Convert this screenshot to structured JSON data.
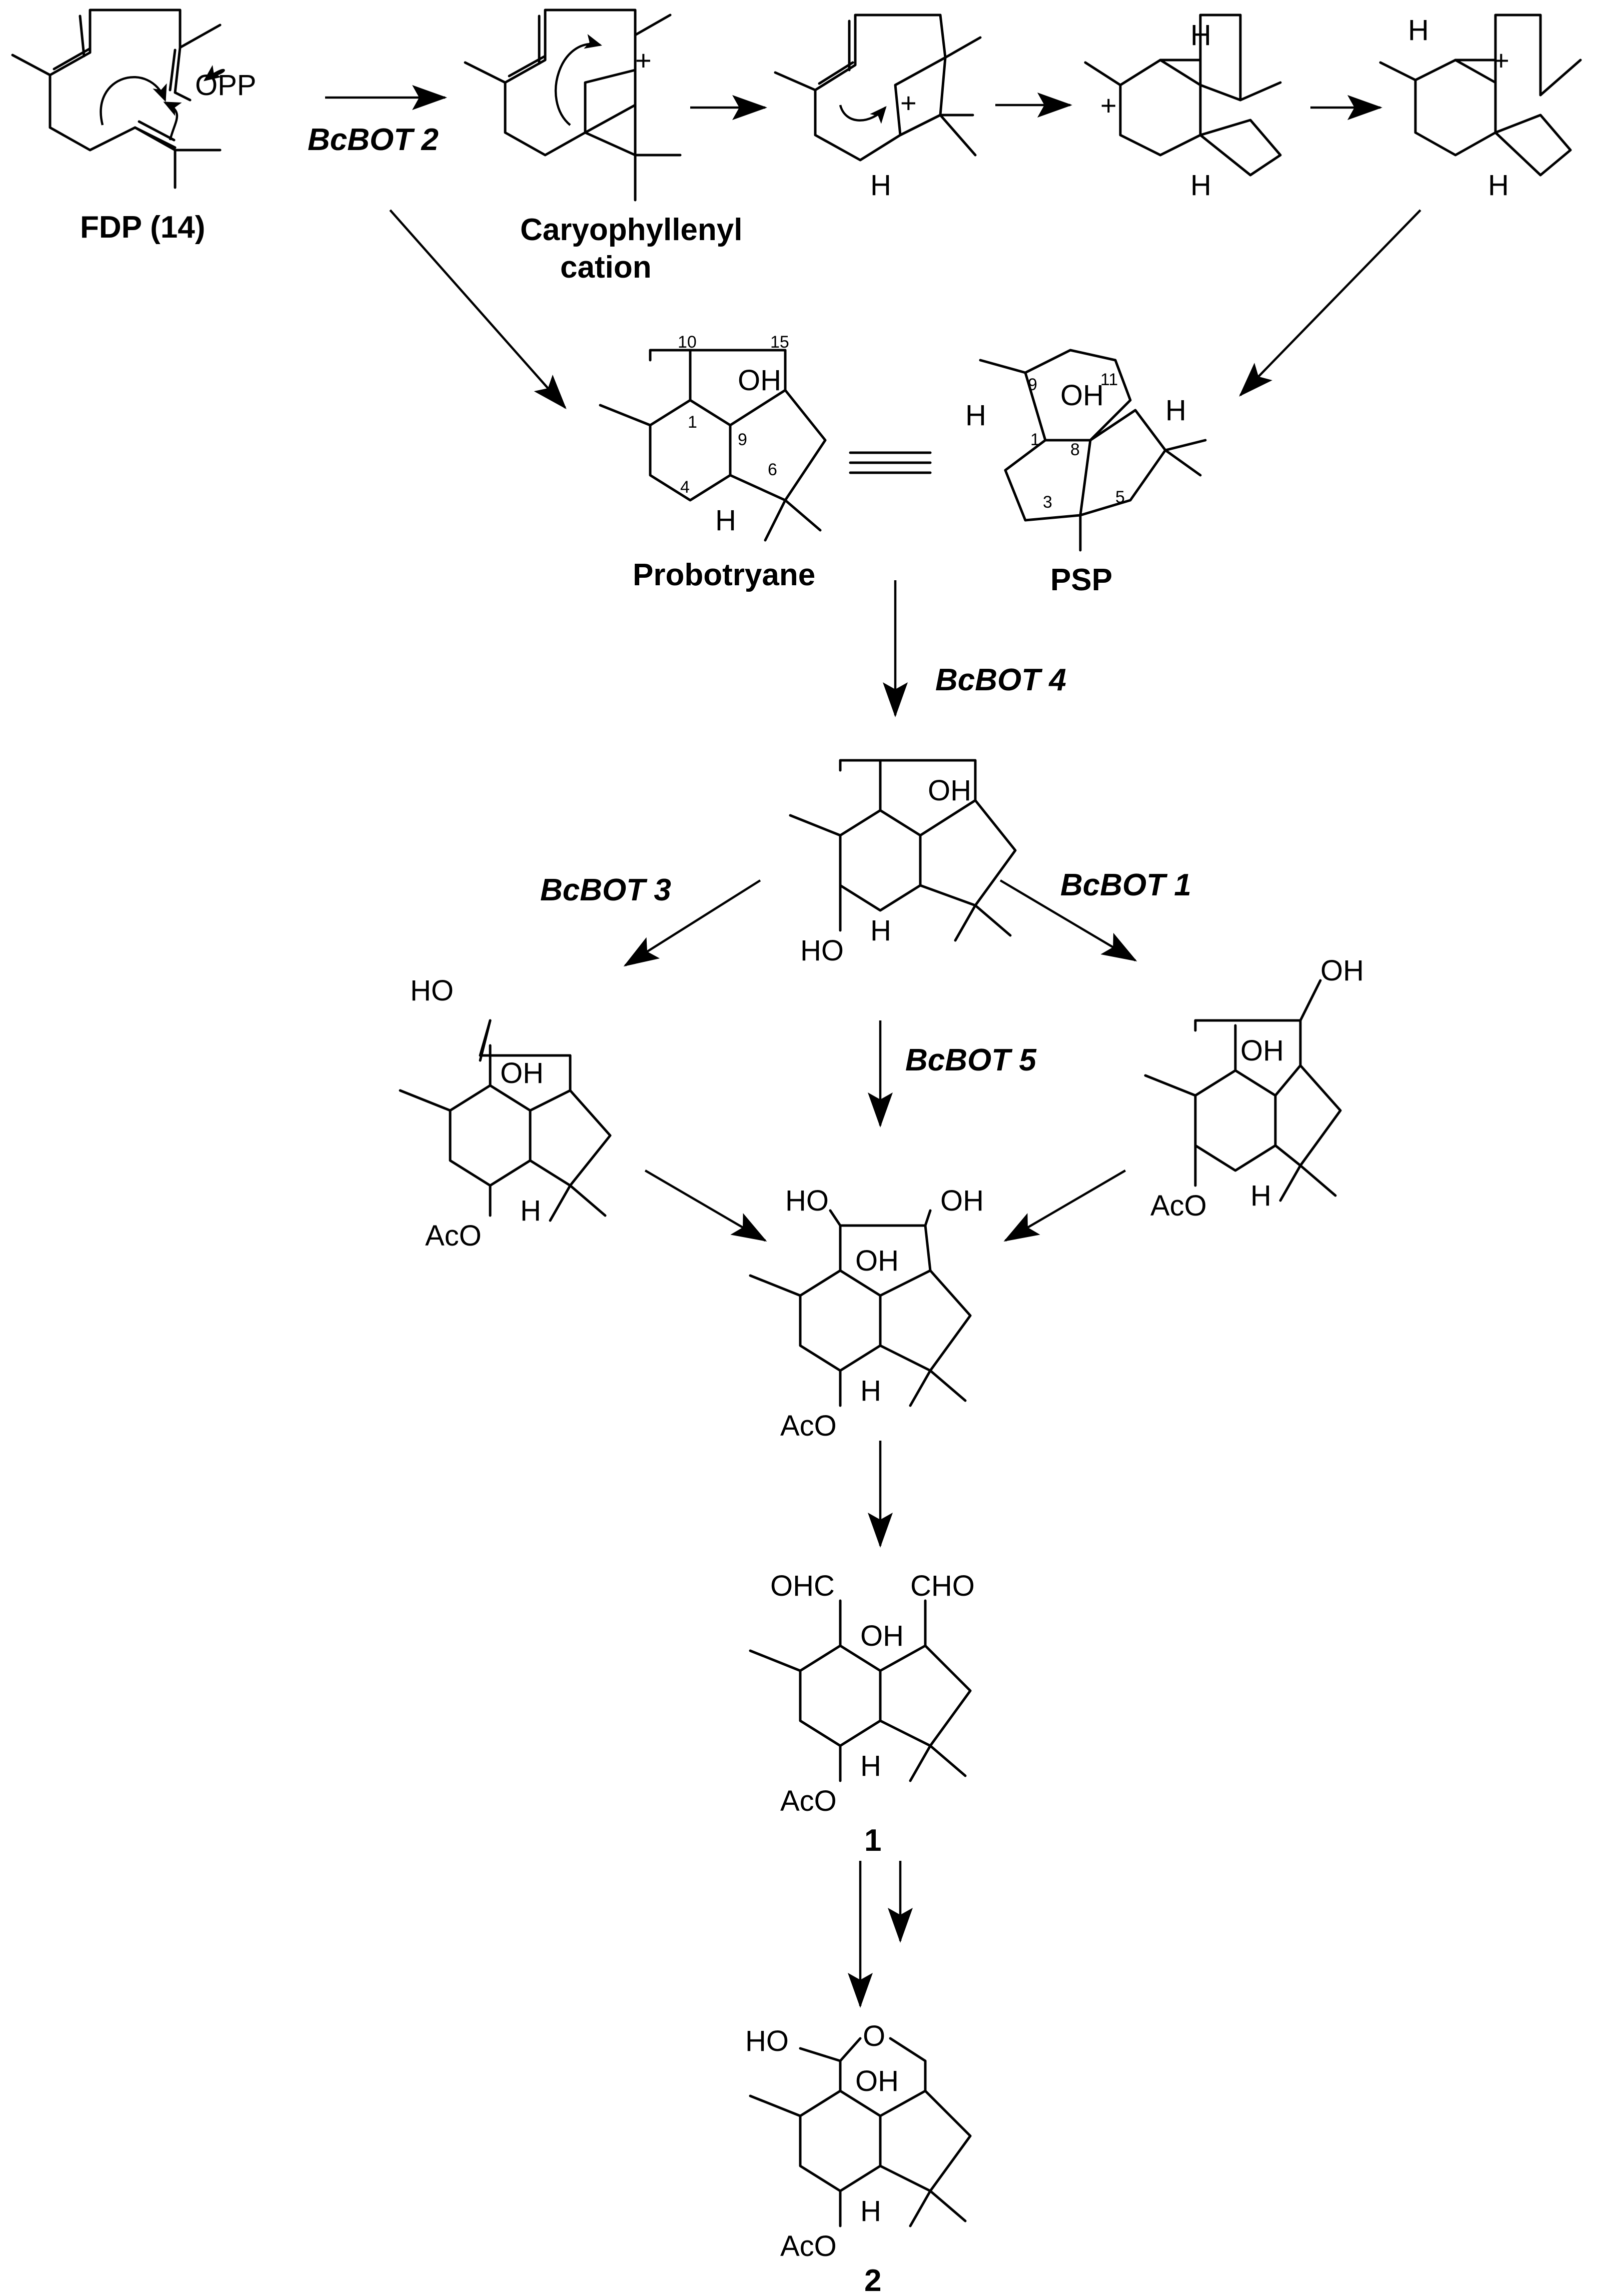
{
  "molecules": {
    "fdp": {
      "label": "FDP (14)",
      "opp": "OPP"
    },
    "caryophyllenyl": {
      "label_line1": "Caryophyllenyl",
      "label_line2": "cation",
      "charge": "+"
    },
    "cation3": {
      "charge": "+",
      "h": "H"
    },
    "cation4": {
      "charge": "+",
      "h_top": "H",
      "h_bottom": "H"
    },
    "cation5": {
      "charge": "+",
      "h_top": "H",
      "h_bottom": "H"
    },
    "probotryane": {
      "label": "Probotryane",
      "oh": "OH",
      "h": "H",
      "numbers": [
        "10",
        "15",
        "1",
        "9",
        "4",
        "6"
      ]
    },
    "psp": {
      "label": "PSP",
      "oh": "OH",
      "h_left": "H",
      "h_right": "H",
      "numbers": [
        "9",
        "11",
        "1",
        "8",
        "3",
        "5"
      ]
    },
    "intermediate_bot4": {
      "oh_top": "OH",
      "ho_bottom": "HO",
      "h": "H"
    },
    "intermediate_bot3": {
      "ho_top": "HO",
      "oh": "OH",
      "aco": "AcO",
      "h": "H"
    },
    "intermediate_bot1": {
      "oh_top": "OH",
      "oh": "OH",
      "aco": "AcO",
      "h": "H"
    },
    "intermediate_bot5": {
      "ho_left": "HO",
      "oh_right": "OH",
      "oh": "OH",
      "aco": "AcO",
      "h": "H"
    },
    "compound1": {
      "label": "1",
      "ohc": "OHC",
      "cho": "CHO",
      "oh": "OH",
      "aco": "AcO",
      "h": "H"
    },
    "compound2": {
      "label": "2",
      "ho": "HO",
      "o": "O",
      "oh": "OH",
      "aco": "AcO",
      "h": "H"
    }
  },
  "enzymes": {
    "bot2": "BcBOT 2",
    "bot4": "BcBOT 4",
    "bot3": "BcBOT 3",
    "bot1": "BcBOT 1",
    "bot5": "BcBOT 5"
  },
  "icons": {
    "equivalence": "triple-bar-icon"
  }
}
